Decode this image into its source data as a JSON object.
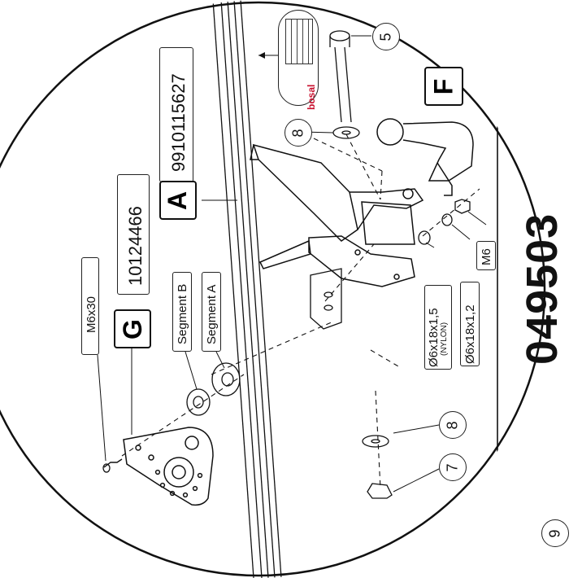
{
  "document_number": "049503",
  "parts": {
    "A": {
      "letter": "A",
      "code": "9910115627"
    },
    "G": {
      "letter": "G",
      "code": "10124466"
    },
    "F": {
      "letter": "F"
    }
  },
  "labels": {
    "bolt": "M6x30",
    "segment_b": "Segment B",
    "segment_a": "Segment A",
    "washer_nylon": "Ø6x18x1,5",
    "washer_nylon_note": "(NYLON)",
    "washer_steel": "Ø6x18x1,2",
    "nut": "M6"
  },
  "callouts": {
    "c5": "5",
    "c8_top": "8",
    "c8_bottom": "8",
    "c7": "7",
    "c9": "9"
  },
  "brand_plate": {
    "brand": "bosal"
  }
}
